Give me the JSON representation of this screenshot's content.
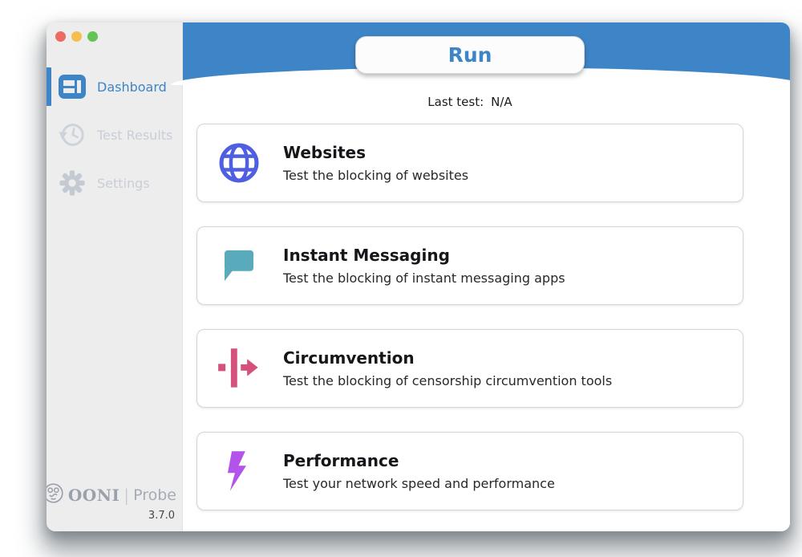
{
  "window": {
    "traffic_lights": [
      "close",
      "minimize",
      "zoom"
    ]
  },
  "sidebar": {
    "items": [
      {
        "label": "Dashboard",
        "icon": "dashboard-icon",
        "active": true
      },
      {
        "label": "Test Results",
        "icon": "history-icon",
        "active": false
      },
      {
        "label": "Settings",
        "icon": "gear-icon",
        "active": false
      }
    ],
    "logo": {
      "brand": "OONI",
      "separator": "|",
      "product": "Probe",
      "version": "3.7.0"
    }
  },
  "header": {
    "run_label": "Run",
    "last_test_label": "Last test:",
    "last_test_value": "N/A"
  },
  "cards": [
    {
      "title": "Websites",
      "description": "Test the blocking of websites",
      "icon": "globe-icon",
      "color": "#4e5fe1"
    },
    {
      "title": "Instant Messaging",
      "description": "Test the blocking of instant messaging apps",
      "icon": "chat-bubble-icon",
      "color": "#59abbc"
    },
    {
      "title": "Circumvention",
      "description": "Test the blocking of censorship circumvention tools",
      "icon": "circumvention-arrow-icon",
      "color": "#d4517b"
    },
    {
      "title": "Performance",
      "description": "Test your network speed and performance",
      "icon": "lightning-bolt-icon",
      "color": "#b453e9"
    }
  ],
  "colors": {
    "accent_blue": "#3d85c6",
    "sidebar_bg": "#ededee",
    "inactive_gray": "#c9ced7",
    "traffic_red": "#ec6a5e",
    "traffic_yellow": "#f4bf4f",
    "traffic_green": "#61c454"
  }
}
